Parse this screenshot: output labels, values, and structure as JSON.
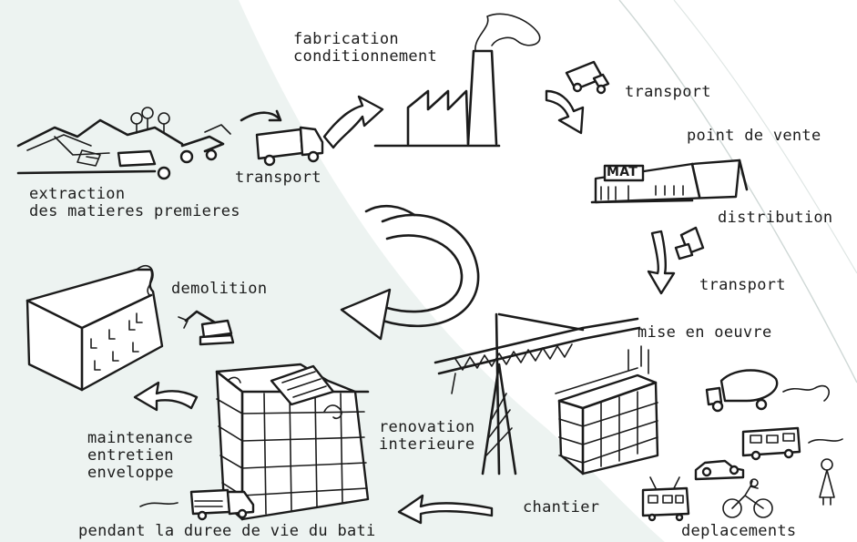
{
  "colors": {
    "background": "#ffffff",
    "panel": "#edf3f1",
    "ink": "#1b1b1b"
  },
  "labels": {
    "fabrication": [
      "fabrication",
      "conditionnement"
    ],
    "transport_top": "transport",
    "point_de_vente": "point de vente",
    "extraction": [
      "extraction",
      "des matieres premieres"
    ],
    "transport_mid": "transport",
    "distribution": "distribution",
    "transport_right": "transport",
    "demolition": "demolition",
    "mise_en_oeuvre": "mise en oeuvre",
    "maintenance": [
      "maintenance",
      "entretien",
      "enveloppe"
    ],
    "renovation": [
      "renovation",
      "interieure"
    ],
    "chantier": "chantier",
    "pendant": "pendant la duree de vie du bati",
    "deplacements": "deplacements"
  },
  "shop_sign": "MAT",
  "icons": [
    "factory-icon",
    "truck-icon",
    "store-icon",
    "crane-icon",
    "building-icon",
    "excavator-icon",
    "cycle-arrow-icon",
    "cement-mixer-icon",
    "bus-icon",
    "car-icon",
    "tram-icon",
    "bicycle-icon",
    "person-icon",
    "mine-icon"
  ]
}
